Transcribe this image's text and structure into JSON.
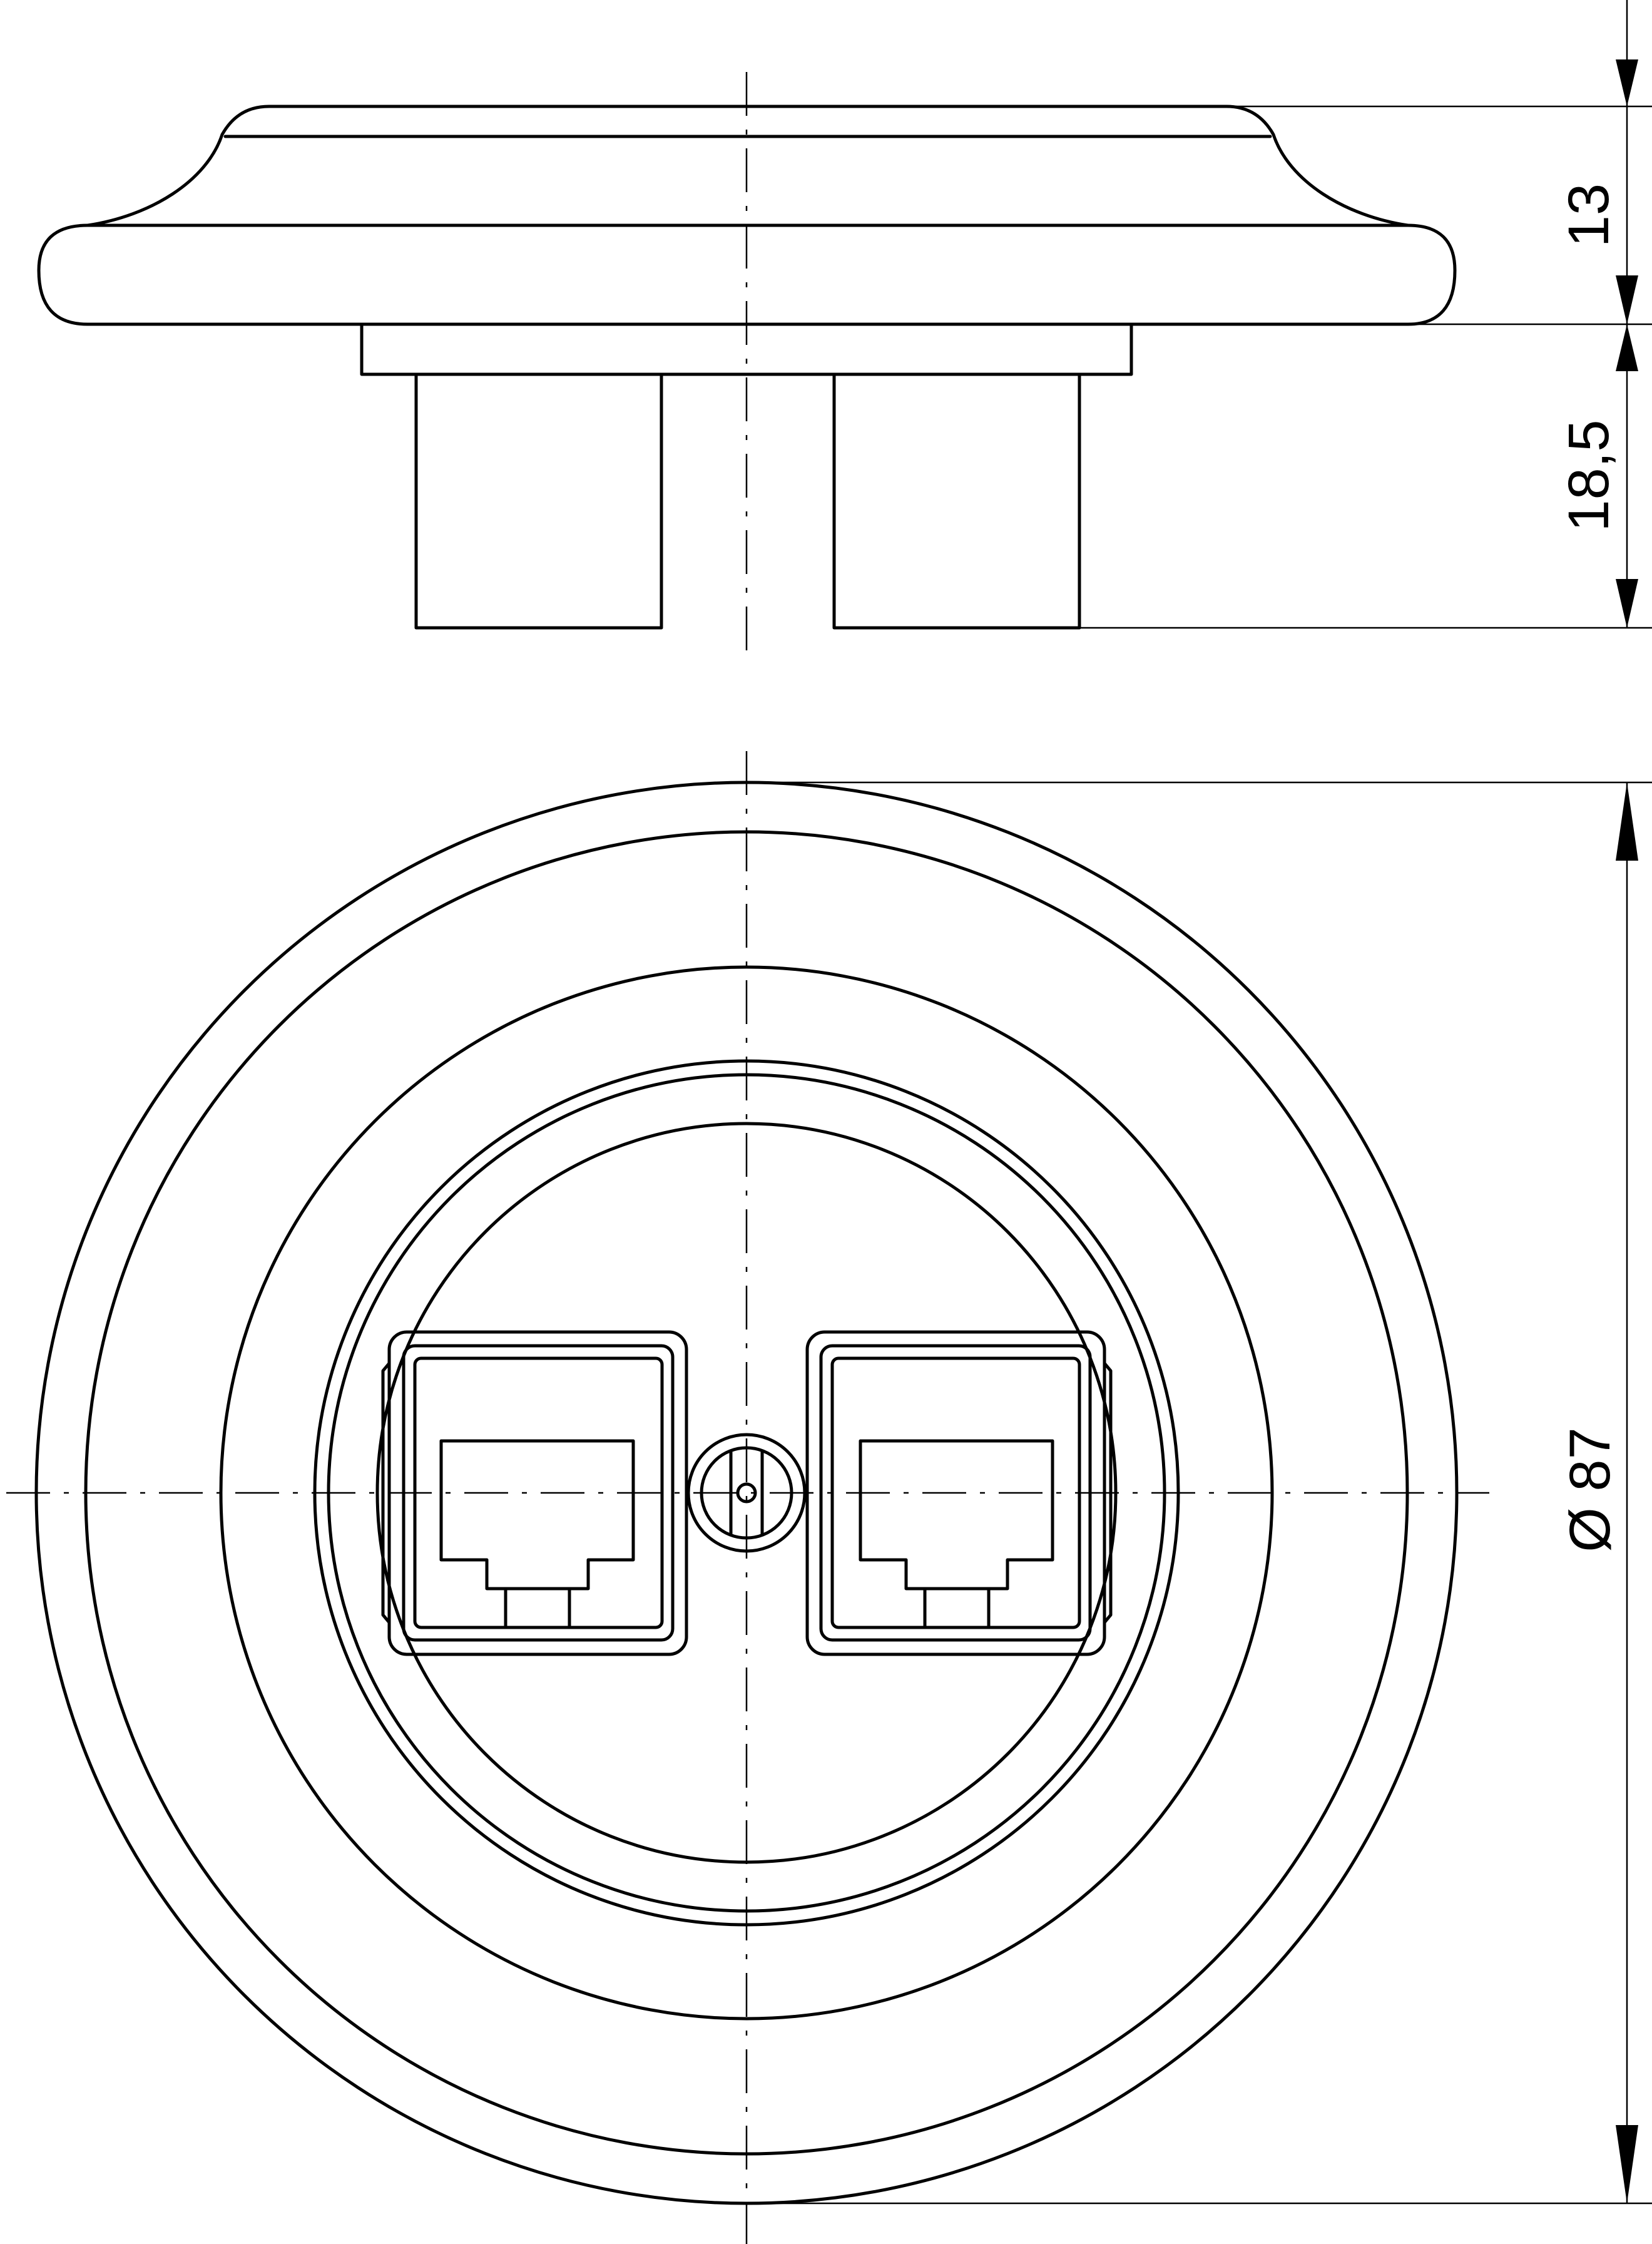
{
  "dimensions": {
    "height_top_label": "13",
    "height_bottom_label": "18,5",
    "diameter_label": "Ø 87"
  },
  "colors": {
    "line": "#000000",
    "background": "#ffffff"
  }
}
